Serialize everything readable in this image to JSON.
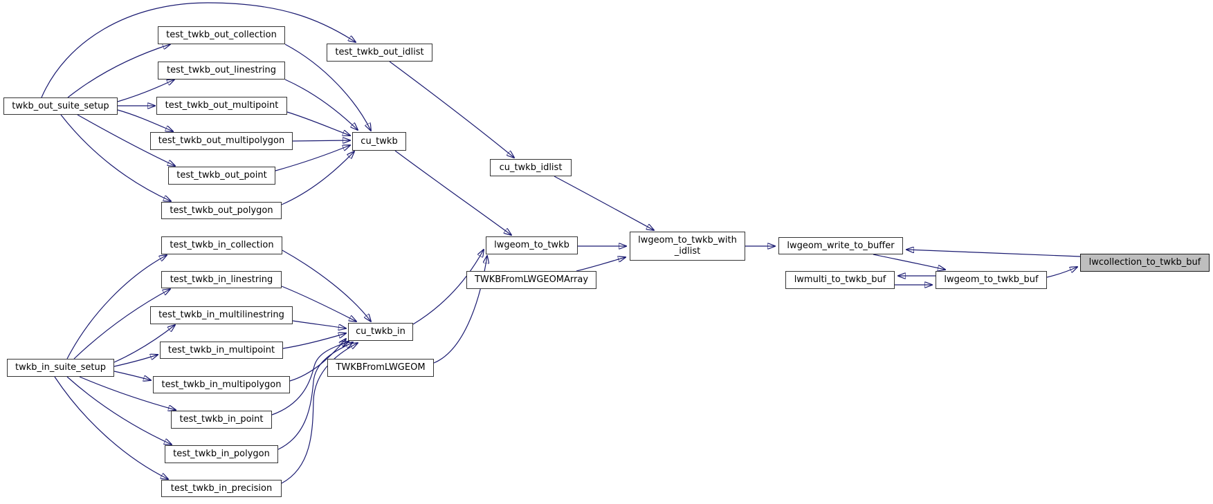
{
  "colors": {
    "edge": "#191970",
    "node_border": "#333333",
    "node_fill": "#ffffff",
    "highlight_fill": "#bebebe",
    "text": "#000000",
    "background": "#ffffff"
  },
  "nodes": [
    {
      "id": "twkb_out_suite_setup",
      "label": "twkb_out_suite_setup"
    },
    {
      "id": "test_twkb_out_collection",
      "label": "test_twkb_out_collection"
    },
    {
      "id": "test_twkb_out_linestring",
      "label": "test_twkb_out_linestring"
    },
    {
      "id": "test_twkb_out_multipoint",
      "label": "test_twkb_out_multipoint"
    },
    {
      "id": "test_twkb_out_multipolygon",
      "label": "test_twkb_out_multipolygon"
    },
    {
      "id": "test_twkb_out_point",
      "label": "test_twkb_out_point"
    },
    {
      "id": "test_twkb_out_polygon",
      "label": "test_twkb_out_polygon"
    },
    {
      "id": "test_twkb_out_idlist",
      "label": "test_twkb_out_idlist"
    },
    {
      "id": "cu_twkb",
      "label": "cu_twkb"
    },
    {
      "id": "cu_twkb_idlist",
      "label": "cu_twkb_idlist"
    },
    {
      "id": "lwgeom_to_twkb",
      "label": "lwgeom_to_twkb"
    },
    {
      "id": "TWKBFromLWGEOMArray",
      "label": "TWKBFromLWGEOMArray"
    },
    {
      "id": "lwgeom_to_twkb_with_idlist",
      "label": "lwgeom_to_twkb_with_idlist",
      "label_lines": [
        "lwgeom_to_twkb_with",
        "_idlist"
      ]
    },
    {
      "id": "lwgeom_write_to_buffer",
      "label": "lwgeom_write_to_buffer"
    },
    {
      "id": "lwmulti_to_twkb_buf",
      "label": "lwmulti_to_twkb_buf"
    },
    {
      "id": "lwgeom_to_twkb_buf",
      "label": "lwgeom_to_twkb_buf"
    },
    {
      "id": "lwcollection_to_twkb_buf",
      "label": "lwcollection_to_twkb_buf",
      "highlighted": true
    },
    {
      "id": "twkb_in_suite_setup",
      "label": "twkb_in_suite_setup"
    },
    {
      "id": "test_twkb_in_collection",
      "label": "test_twkb_in_collection"
    },
    {
      "id": "test_twkb_in_linestring",
      "label": "test_twkb_in_linestring"
    },
    {
      "id": "test_twkb_in_multilinestring",
      "label": "test_twkb_in_multilinestring"
    },
    {
      "id": "test_twkb_in_multipoint",
      "label": "test_twkb_in_multipoint"
    },
    {
      "id": "test_twkb_in_multipolygon",
      "label": "test_twkb_in_multipolygon"
    },
    {
      "id": "test_twkb_in_point",
      "label": "test_twkb_in_point"
    },
    {
      "id": "test_twkb_in_polygon",
      "label": "test_twkb_in_polygon"
    },
    {
      "id": "test_twkb_in_precision",
      "label": "test_twkb_in_precision"
    },
    {
      "id": "cu_twkb_in",
      "label": "cu_twkb_in"
    },
    {
      "id": "TWKBFromLWGEOM",
      "label": "TWKBFromLWGEOM"
    }
  ],
  "edges": [
    {
      "from": "twkb_out_suite_setup",
      "to": "test_twkb_out_idlist"
    },
    {
      "from": "twkb_out_suite_setup",
      "to": "test_twkb_out_collection"
    },
    {
      "from": "twkb_out_suite_setup",
      "to": "test_twkb_out_linestring"
    },
    {
      "from": "twkb_out_suite_setup",
      "to": "test_twkb_out_multipoint"
    },
    {
      "from": "twkb_out_suite_setup",
      "to": "test_twkb_out_multipolygon"
    },
    {
      "from": "twkb_out_suite_setup",
      "to": "test_twkb_out_point"
    },
    {
      "from": "twkb_out_suite_setup",
      "to": "test_twkb_out_polygon"
    },
    {
      "from": "test_twkb_out_collection",
      "to": "cu_twkb"
    },
    {
      "from": "test_twkb_out_linestring",
      "to": "cu_twkb"
    },
    {
      "from": "test_twkb_out_multipoint",
      "to": "cu_twkb"
    },
    {
      "from": "test_twkb_out_multipolygon",
      "to": "cu_twkb"
    },
    {
      "from": "test_twkb_out_point",
      "to": "cu_twkb"
    },
    {
      "from": "test_twkb_out_polygon",
      "to": "cu_twkb"
    },
    {
      "from": "test_twkb_out_idlist",
      "to": "cu_twkb_idlist"
    },
    {
      "from": "cu_twkb",
      "to": "lwgeom_to_twkb"
    },
    {
      "from": "cu_twkb_idlist",
      "to": "lwgeom_to_twkb_with_idlist"
    },
    {
      "from": "lwgeom_to_twkb",
      "to": "lwgeom_to_twkb_with_idlist"
    },
    {
      "from": "TWKBFromLWGEOMArray",
      "to": "lwgeom_to_twkb_with_idlist"
    },
    {
      "from": "lwgeom_to_twkb_with_idlist",
      "to": "lwgeom_write_to_buffer"
    },
    {
      "from": "lwcollection_to_twkb_buf",
      "to": "lwgeom_write_to_buffer"
    },
    {
      "from": "lwgeom_write_to_buffer",
      "to": "lwgeom_to_twkb_buf"
    },
    {
      "from": "lwgeom_to_twkb_buf",
      "to": "lwmulti_to_twkb_buf"
    },
    {
      "from": "lwmulti_to_twkb_buf",
      "to": "lwgeom_to_twkb_buf"
    },
    {
      "from": "lwgeom_to_twkb_buf",
      "to": "lwcollection_to_twkb_buf"
    },
    {
      "from": "twkb_in_suite_setup",
      "to": "test_twkb_in_collection"
    },
    {
      "from": "twkb_in_suite_setup",
      "to": "test_twkb_in_linestring"
    },
    {
      "from": "twkb_in_suite_setup",
      "to": "test_twkb_in_multilinestring"
    },
    {
      "from": "twkb_in_suite_setup",
      "to": "test_twkb_in_multipoint"
    },
    {
      "from": "twkb_in_suite_setup",
      "to": "test_twkb_in_multipolygon"
    },
    {
      "from": "twkb_in_suite_setup",
      "to": "test_twkb_in_point"
    },
    {
      "from": "twkb_in_suite_setup",
      "to": "test_twkb_in_polygon"
    },
    {
      "from": "twkb_in_suite_setup",
      "to": "test_twkb_in_precision"
    },
    {
      "from": "test_twkb_in_collection",
      "to": "cu_twkb_in"
    },
    {
      "from": "test_twkb_in_linestring",
      "to": "cu_twkb_in"
    },
    {
      "from": "test_twkb_in_multilinestring",
      "to": "cu_twkb_in"
    },
    {
      "from": "test_twkb_in_multipoint",
      "to": "cu_twkb_in"
    },
    {
      "from": "test_twkb_in_multipolygon",
      "to": "cu_twkb_in"
    },
    {
      "from": "test_twkb_in_point",
      "to": "cu_twkb_in"
    },
    {
      "from": "test_twkb_in_polygon",
      "to": "cu_twkb_in"
    },
    {
      "from": "test_twkb_in_precision",
      "to": "cu_twkb_in"
    },
    {
      "from": "cu_twkb_in",
      "to": "lwgeom_to_twkb"
    },
    {
      "from": "TWKBFromLWGEOM",
      "to": "lwgeom_to_twkb"
    }
  ]
}
